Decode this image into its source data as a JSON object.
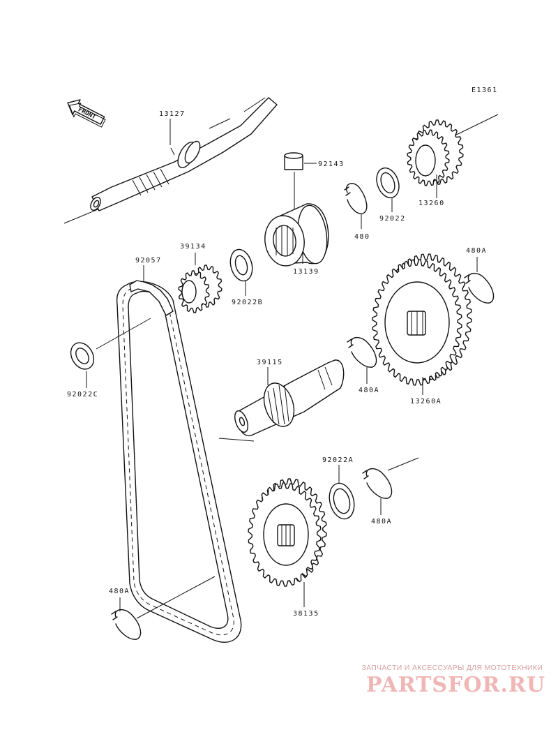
{
  "diagram_code": "E1361",
  "front_arrow_label": "FRONT",
  "parts": {
    "p13127": "13127",
    "p92143": "92143",
    "p13260": "13260",
    "p480": "480",
    "p92022": "92022",
    "p13139": "13139",
    "p39134": "39134",
    "p92057": "92057",
    "p92022B": "92022B",
    "p480A_top": "480A",
    "p13260A": "13260A",
    "p92022C": "92022C",
    "p39115": "39115",
    "p480A_mid": "480A",
    "p92022A": "92022A",
    "p480A_low": "480A",
    "p38135": "38135",
    "p480A_bottom": "480A"
  },
  "watermark": {
    "tagline": "ЗАПЧАСТИ И АКСЕССУАРЫ ДЛЯ МОТОТЕХНИКИ",
    "logo": "PARTSFOR.RU"
  }
}
